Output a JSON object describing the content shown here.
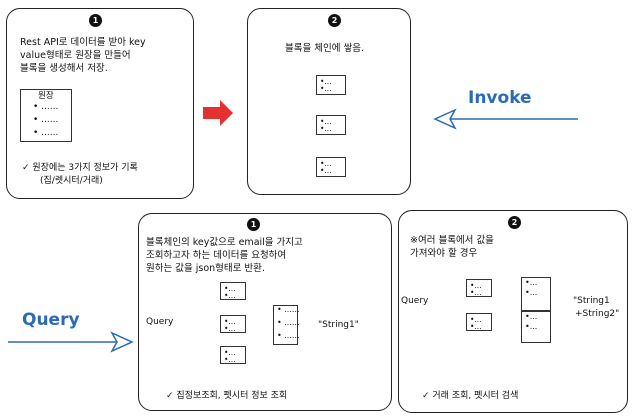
{
  "panels": {
    "top_left": {
      "number": "1",
      "text_line1": "Rest API로 데이터를 받아 key",
      "text_line2": "value형태로 원장을 만들어",
      "text_line3": "블록을 생성해서 저장.",
      "ledger_title": "원장",
      "ledger_bullets": [
        "• ......",
        "• ......",
        "• ......"
      ],
      "footnote_line1": "✓ 원장에는 3가지 정보가 기록",
      "footnote_line2": "(집/렛시터/거래)"
    },
    "top_right": {
      "number": "2",
      "text": "블록을 체인에 쌓음."
    },
    "bottom_mid": {
      "number": "1",
      "text_line1": "블록체인의 key값으로 email을 가지고",
      "text_line2": "조회하고자 하는 데이터를 요청하여",
      "text_line3": "원하는 값을 json형태로 반환.",
      "query_label": "Query",
      "result_label": "\"String1\"",
      "footnote": "✓ 집정보조회, 펫시터 정보 조회"
    },
    "bottom_right": {
      "number": "2",
      "text_line1": "※여러 블록에서 값을",
      "text_line2": "가져와야 할 경우",
      "query_label": "Query",
      "result_line1": "\"String1",
      "result_line2": "+String2\"",
      "footnote": "✓ 거래 조회, 펫시터 검색"
    }
  },
  "side_labels": {
    "invoke": "Invoke",
    "query": "Query"
  },
  "block_text": "•...\n•...",
  "colors": {
    "accent_blue": "#2b6ab5",
    "arrow_red": "#e53030",
    "puzzle_blue": "#7f9bd1"
  }
}
